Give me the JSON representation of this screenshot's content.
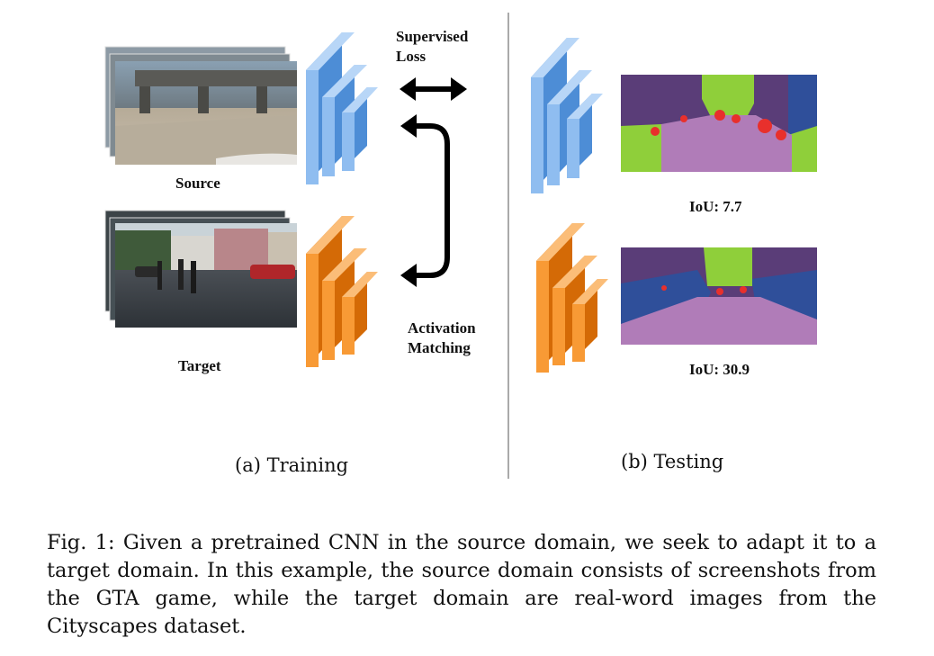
{
  "figure": {
    "training": {
      "source_label": "Source",
      "target_label": "Target",
      "supervised_loss_line1": "Supervised",
      "supervised_loss_line2": "Loss",
      "activation_matching_line1": "Activation",
      "activation_matching_line2": "Matching",
      "subcaption": "(a) Training"
    },
    "testing": {
      "source_iou": "IoU: 7.7",
      "target_iou": "IoU: 30.9",
      "subcaption": "(b) Testing"
    },
    "colors": {
      "source_cnn": "#6fa8e6",
      "target_cnn": "#f08a1c",
      "seg_road": "#b07cb8",
      "seg_sky": "#5a3d78",
      "seg_vegetation": "#8fcf3a",
      "seg_building": "#2f4f9a",
      "seg_person": "#e8302c"
    }
  },
  "caption": {
    "text": "Fig. 1: Given a pretrained CNN in the source domain, we seek to adapt it to a target domain. In this example, the source domain consists of screenshots from the GTA game, while the target domain are real-word images from the Cityscapes dataset."
  }
}
